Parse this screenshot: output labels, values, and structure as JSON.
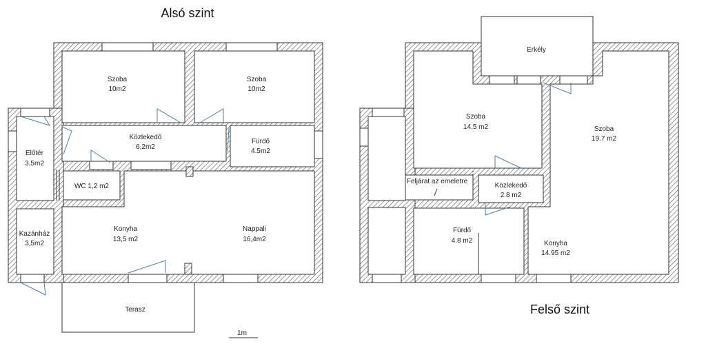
{
  "lower": {
    "title": "Alsó szint",
    "rooms": {
      "szoba1": {
        "name": "Szoba",
        "area": "10m2"
      },
      "szoba2": {
        "name": "Szoba",
        "area": "10m2"
      },
      "kozlekedo": {
        "name": "Közlekedő",
        "area": "6,2m2"
      },
      "furdo": {
        "name": "Fürdő",
        "area": "4.5m2"
      },
      "eloter": {
        "name": "Előtér",
        "area": "3,5m2"
      },
      "wc": {
        "name": "WC 1,2 m2"
      },
      "kazanhaz": {
        "name": "Kazánház",
        "area": "3,5m2"
      },
      "konyha": {
        "name": "Konyha",
        "area": "13,5 m2"
      },
      "nappali": {
        "name": "Nappali",
        "area": "16,4m2"
      },
      "terasz": {
        "name": "Terasz"
      }
    },
    "scale": "1m"
  },
  "upper": {
    "title": "Felső szint",
    "rooms": {
      "erkely": {
        "name": "Erkély"
      },
      "szoba1": {
        "name": "Szoba",
        "area": "14.5 m2"
      },
      "szoba2": {
        "name": "Szoba",
        "area": "19.7 m2"
      },
      "feljarat": {
        "name": "Feljárat az emeletre"
      },
      "kozlekedo": {
        "name": "Közlekedő",
        "area": "2.8 m2"
      },
      "furdo": {
        "name": "Fürdő",
        "area": "4.8 m2"
      },
      "konyha": {
        "name": "Konyha",
        "area": "14.95 m2"
      }
    }
  }
}
